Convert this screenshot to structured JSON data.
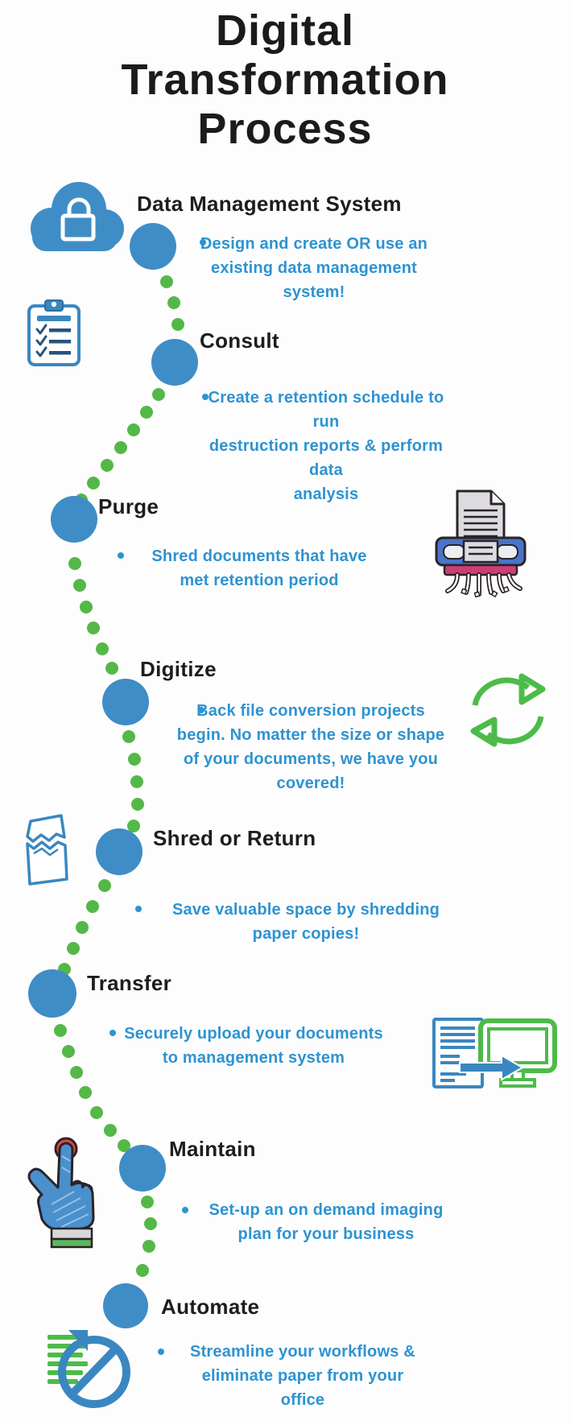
{
  "title": {
    "line1": "Digital",
    "line2": "Transformation",
    "line3": "Process"
  },
  "steps": [
    {
      "title": "Data Management System",
      "lines": [
        "Design and create OR use an",
        "existing data management system!"
      ]
    },
    {
      "title": "Consult",
      "lines": [
        "Create a retention schedule to run",
        "destruction reports & perform data",
        "analysis"
      ]
    },
    {
      "title": "Purge",
      "lines": [
        "Shred documents that have",
        "met retention period"
      ]
    },
    {
      "title": "Digitize",
      "lines": [
        "Back file conversion projects",
        "begin. No matter the size or shape",
        "of your documents, we have you",
        "covered!"
      ]
    },
    {
      "title": "Shred or Return",
      "lines": [
        "Save valuable space by shredding",
        "paper copies!"
      ]
    },
    {
      "title": "Transfer",
      "lines": [
        "Securely upload your documents",
        "to management system"
      ]
    },
    {
      "title": "Maintain",
      "lines": [
        "Set-up an on demand imaging",
        "plan for your business"
      ]
    },
    {
      "title": "Automate",
      "lines": [
        "Streamline your workflows &",
        "eliminate paper from your",
        "office"
      ]
    }
  ],
  "icons": [
    "cloud-lock-icon",
    "clipboard-checklist-icon",
    "paper-shredder-icon",
    "recycle-arrows-icon",
    "torn-paper-icon",
    "document-to-monitor-icon",
    "hand-press-button-icon",
    "no-paper-icon"
  ],
  "colors": {
    "node_blue": "#3f8dc6",
    "dot_green": "#54b848",
    "text_blue": "#2e93d1",
    "heading_black": "#1d1d1f",
    "icon_blue": "#3a87c0",
    "icon_green": "#4cbb49",
    "shredder_tray_blue": "#4a74c8",
    "shredder_pink": "#cf3d72",
    "doc_gray": "#dcdce0",
    "outline_dark": "#2b2327",
    "button_red": "#e8473f"
  }
}
